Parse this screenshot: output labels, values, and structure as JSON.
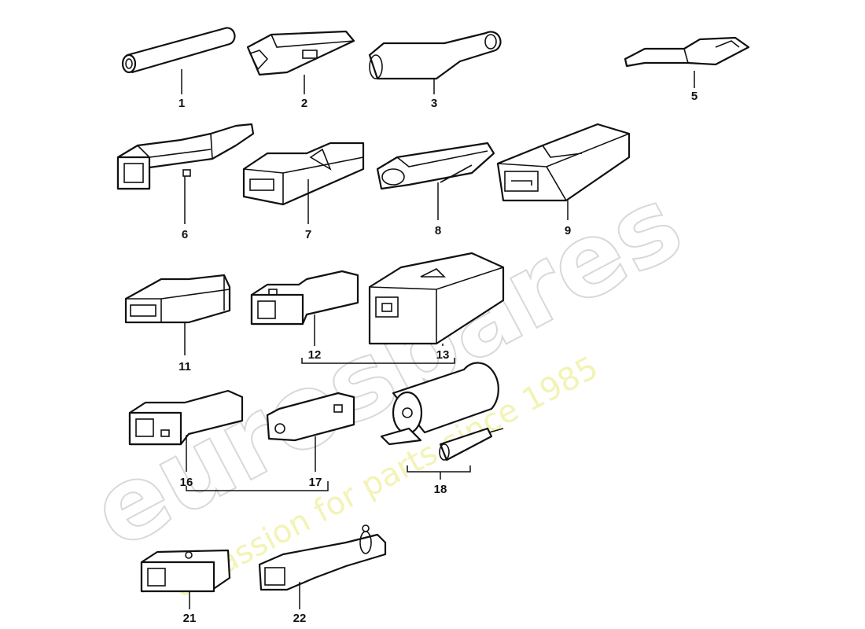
{
  "watermark": {
    "brand": "eurospares",
    "tagline": "a passion for parts since 1985"
  },
  "parts": [
    {
      "label": "1"
    },
    {
      "label": "2"
    },
    {
      "label": "3"
    },
    {
      "label": "5"
    },
    {
      "label": "6"
    },
    {
      "label": "7"
    },
    {
      "label": "8"
    },
    {
      "label": "9"
    },
    {
      "label": "11"
    },
    {
      "label": "12"
    },
    {
      "label": "13"
    },
    {
      "label": "16"
    },
    {
      "label": "17"
    },
    {
      "label": "18"
    },
    {
      "label": "21"
    },
    {
      "label": "22"
    }
  ]
}
